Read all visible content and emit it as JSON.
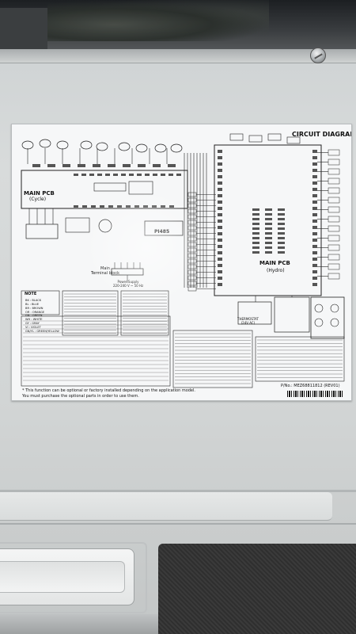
{
  "label": {
    "title": "CIRCUIT DIAGRAM",
    "main_pcb_cycle": "MAIN PCB",
    "main_pcb_cycle_sub": "(Cycle)",
    "main_pcb_hydro": "MAIN PCB",
    "main_pcb_hydro_sub": "(Hydro)",
    "pi485": "PI485",
    "main_terminal_block": "Main\nTerminal block",
    "power_supply": "Power Supply\n220-240 V ~ 50 Hz",
    "thermostat": "THERMOSTAT\n(24V AC)",
    "note_heading": "NOTE",
    "color_codes": [
      "BK : BLACK",
      "BL : BLUE",
      "BR : BROWN",
      "OR : ORANGE",
      "GN : GREEN",
      "WH : WHITE",
      "GY : GRAY",
      "VI : VIOLET",
      "GN/YL : GREEN/YELLOW"
    ],
    "footnote_1": "* This function can be optional or factory installed depending on the application model.",
    "footnote_2": "You must purchase the optional parts in order to use them.",
    "part_number": "P/No.: MEZ68811812 (REV01)"
  },
  "colors": {
    "panel": "#d3d6d6",
    "label_bg": "#f6f7f8",
    "ink": "#111111"
  }
}
